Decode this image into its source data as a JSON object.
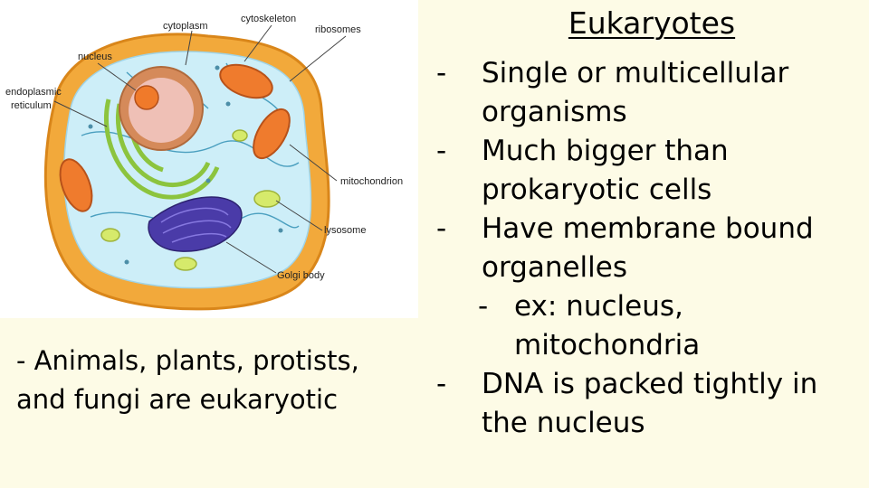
{
  "title": "Eukaryotes",
  "diagram": {
    "labels": {
      "cytoplasm": "cytoplasm",
      "cytoskeleton": "cytoskeleton",
      "ribosomes": "ribosomes",
      "nucleus": "nucleus",
      "endoplasmic_1": "endoplasmic",
      "endoplasmic_2": "reticulum",
      "mitochondrion": "mitochondrion",
      "lysosome": "lysosome",
      "golgi": "Golgi body"
    }
  },
  "note": "- Animals, plants, protists, and fungi are eukaryotic",
  "bullets": [
    {
      "dash": "-",
      "text": "Single or multicellular organisms"
    },
    {
      "dash": "-",
      "text": "Much bigger than prokaryotic cells"
    },
    {
      "dash": "-",
      "text": "Have membrane bound organelles"
    },
    {
      "dash": "-",
      "text": "ex: nucleus, mitochondria"
    },
    {
      "dash": "-",
      "text": "DNA is packed tightly in the nucleus"
    }
  ],
  "colors": {
    "background": "#fdfbe6",
    "membrane": "#f2a93b",
    "cytoplasm": "#cdeef8",
    "mitochondrion": "#ef7b2d",
    "golgi": "#4a3ba8",
    "er": "#9ad04a",
    "nucleolus": "#f07a2a"
  }
}
